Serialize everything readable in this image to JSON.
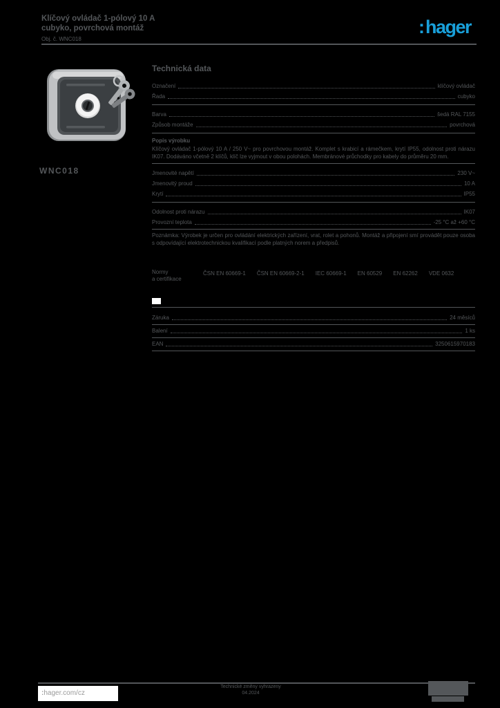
{
  "colors": {
    "background": "#000000",
    "text_gray": "#54575a",
    "hager_blue": "#19a0da",
    "footer_box_bg": "#ffffff",
    "footer_box_text": "#9a9a9a"
  },
  "header": {
    "title_line1": "Klíčový ovládač 1-pólový 10 A",
    "title_line2": "cubyko, povrchová montáž",
    "reference": "Obj. č. WNC018",
    "logo_mark": ":",
    "logo_text": "hager"
  },
  "product": {
    "caption": "WNC018"
  },
  "specs": {
    "heading": "Technická data",
    "rows": [
      {
        "label": "Označení",
        "value": "klíčový ovládač"
      },
      {
        "label": "Řada",
        "value": "cubyko"
      },
      {
        "label": "Barva",
        "value": "šedá RAL 7155"
      },
      {
        "label": "Způsob montáže",
        "value": "povrchová"
      },
      {
        "label": "Jmenovité napětí",
        "value": "230 V~"
      },
      {
        "label": "Jmenovitý proud",
        "value": "10 A"
      },
      {
        "label": "Krytí",
        "value": "IP55"
      },
      {
        "label": "Odolnost proti nárazu",
        "value": "IK07"
      },
      {
        "label": "Provozní teplota",
        "value": "-25 °C až +60 °C"
      },
      {
        "label": "Záruka",
        "value": "24 měsíců"
      },
      {
        "label": "Balení",
        "value": "1 ks"
      },
      {
        "label": "EAN",
        "value": "3250615970183"
      }
    ],
    "description_label": "Popis výrobku",
    "description": "Klíčový ovládač 1-pólový 10 A / 250 V~ pro povrchovou montáž. Komplet s krabicí a rámečkem, krytí IP55, odolnost proti nárazu IK07. Dodáváno včetně 2 klíčů, klíč lze vyjmout v obou polohách. Membránové průchodky pro kabely do průměru 20 mm.",
    "note": "Poznámka: Výrobek je určen pro ovládání elektrických zařízení, vrat, rolet a pohonů. Montáž a připojení smí provádět pouze osoba s odpovídající elektrotechnickou kvalifikací podle platných norem a předpisů.",
    "standards_label_line1": "Normy",
    "standards_label_line2": "a certifikace",
    "standards": [
      "ČSN EN 60669-1",
      "ČSN EN 60669-2-1",
      "IEC 60669-1",
      "EN 60529",
      "EN 62262",
      "VDE 0632"
    ]
  },
  "footer": {
    "site_mark": ":",
    "site": "hager.com/cz",
    "note_line1": "Technické změny vyhrazeny",
    "note_line2": "04.2024"
  }
}
